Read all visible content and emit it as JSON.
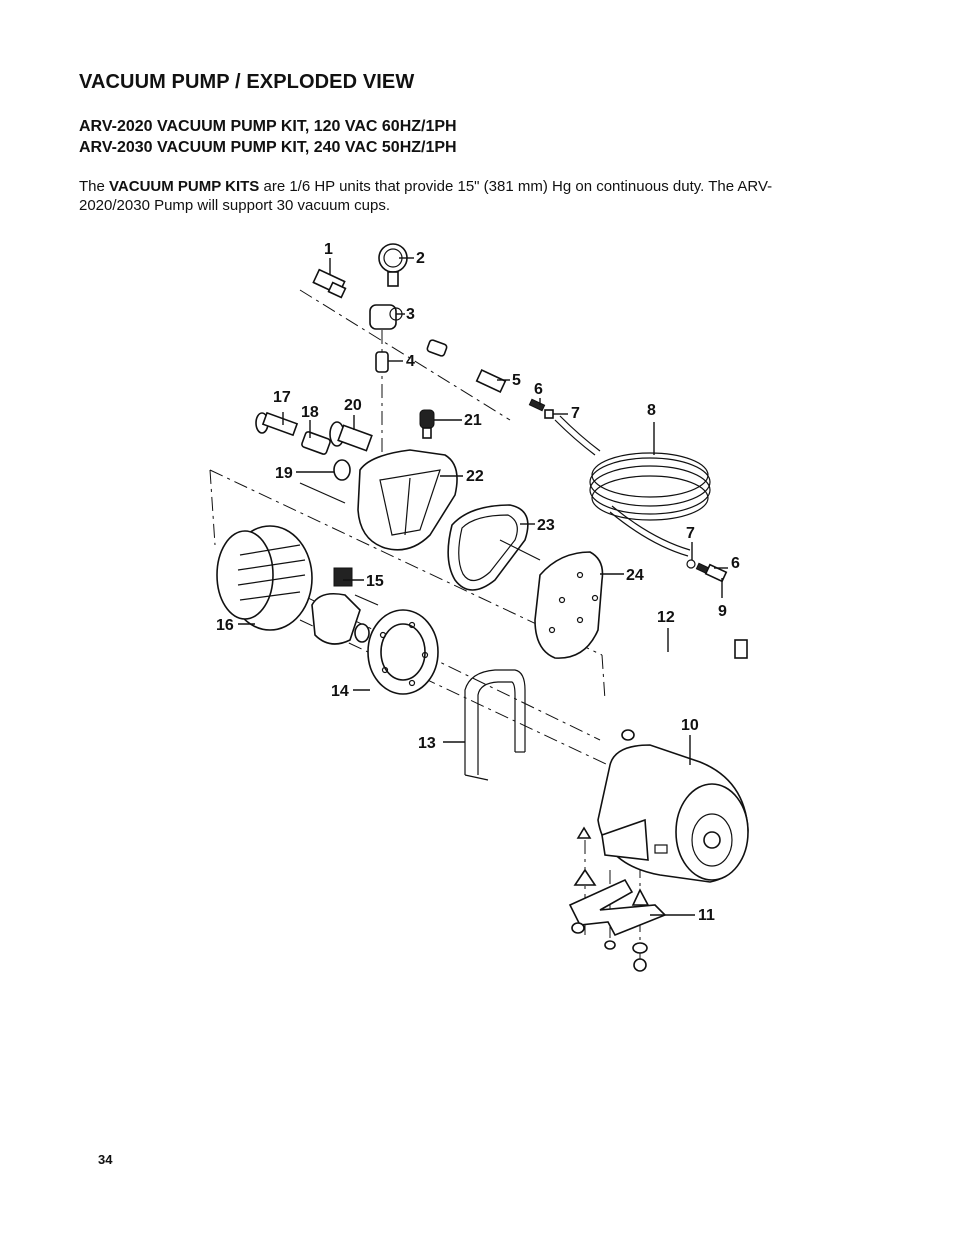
{
  "page": {
    "title": "VACUUM PUMP / EXPLODED VIEW",
    "subtitle_1": "ARV-2020 VACUUM PUMP KIT, 120 VAC 60HZ/1PH",
    "subtitle_2": "ARV-2030 VACUUM PUMP KIT, 240 VAC 50HZ/1PH",
    "intro_prefix": "The ",
    "intro_bold": "VACUUM PUMP KITS",
    "intro_suffix": " are 1/6 HP units that provide 15\" (381 mm) Hg on continuous duty. The ARV-2020/2030 Pump will support 30 vacuum cups.",
    "page_number": "34"
  },
  "diagram": {
    "callouts": {
      "c1": "1",
      "c2": "2",
      "c3": "3",
      "c4": "4",
      "c5": "5",
      "c6a": "6",
      "c6b": "6",
      "c7a": "7",
      "c7b": "7",
      "c8": "8",
      "c9": "9",
      "c10": "10",
      "c11": "11",
      "c12": "12",
      "c13": "13",
      "c14": "14",
      "c15": "15",
      "c16": "16",
      "c17": "17",
      "c18": "18",
      "c19": "19",
      "c20": "20",
      "c21": "21",
      "c22": "22",
      "c23": "23",
      "c24": "24"
    }
  }
}
